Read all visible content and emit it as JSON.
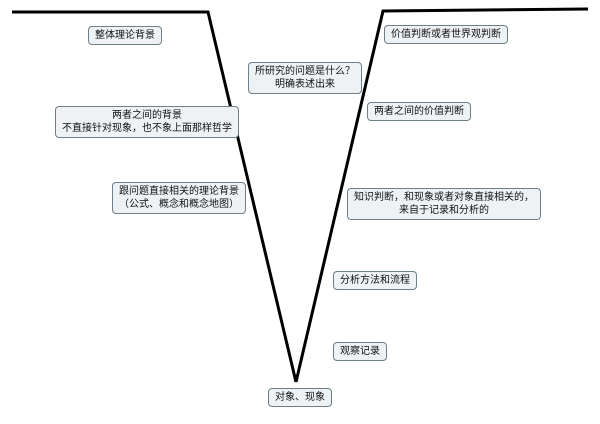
{
  "nodes": {
    "theory": {
      "lines": [
        "整体理论背景"
      ]
    },
    "question": {
      "lines": [
        "所研究的问题是什么？",
        "明确表述出来"
      ]
    },
    "value_world": {
      "lines": [
        "价值判断或者世界观判断"
      ]
    },
    "bg_between": {
      "lines": [
        "两者之间的背景",
        "不直接针对现象，也不象上面那样哲学"
      ]
    },
    "value_between": {
      "lines": [
        "两者之间的价值判断"
      ]
    },
    "related": {
      "lines": [
        "跟问题直接相关的理论背景",
        "（公式、概念和概念地图）"
      ]
    },
    "knowledge": {
      "lines": [
        "知识判断，和现象或者对象直接相关的，",
        "来自于记录和分析的"
      ]
    },
    "method": {
      "lines": [
        "分析方法和流程"
      ]
    },
    "record": {
      "lines": [
        "观察记录"
      ]
    },
    "object": {
      "lines": [
        "对象、现象"
      ]
    }
  },
  "colors": {
    "line": "#000000",
    "node_fill": "#eef2f4",
    "node_border": "#6f7f88"
  }
}
